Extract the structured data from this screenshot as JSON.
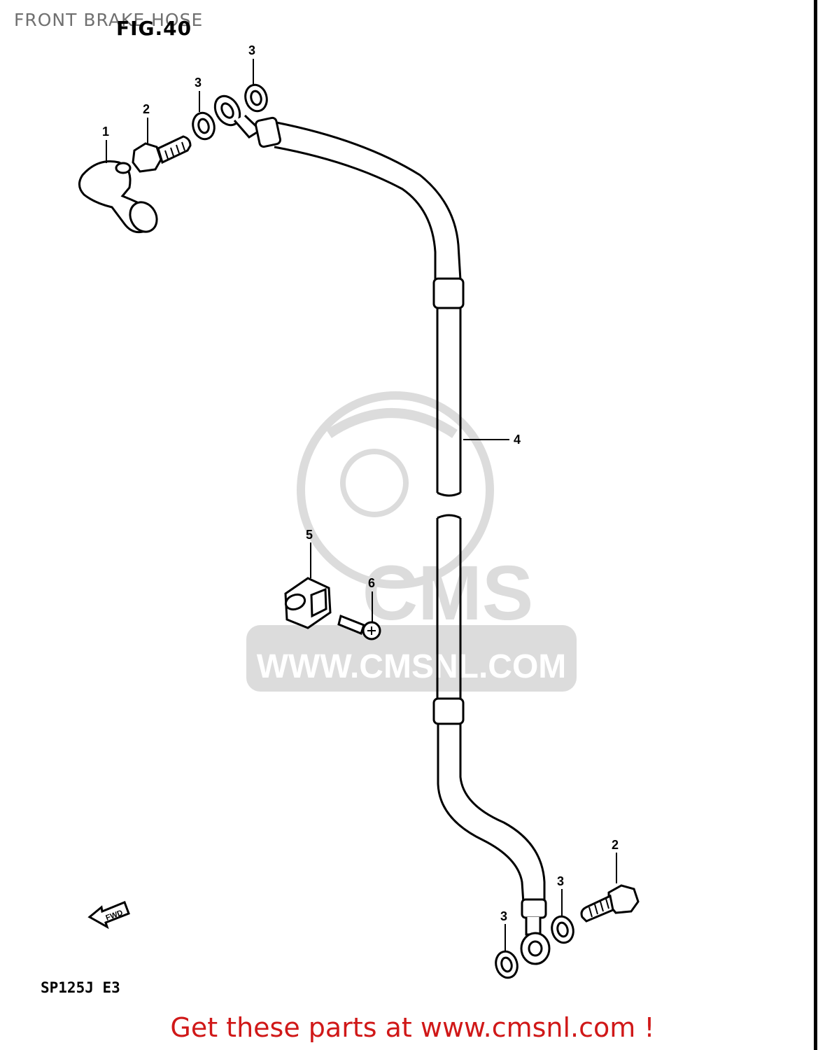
{
  "page_title": "FRONT BRAKE HOSE",
  "figure_label": "FIG.40",
  "model_code": "SP125J  E3",
  "direction_label": "FWD",
  "watermark": {
    "text": "WWW.CMSNL.COM",
    "logo_text": "CMS"
  },
  "footer_link": "Get these parts at www.cmsnl.com !",
  "callouts": {
    "c1": "1",
    "c2a": "2",
    "c3a": "3",
    "c3b": "3",
    "c4": "4",
    "c5": "5",
    "c6": "6",
    "c2b": "2",
    "c3c": "3",
    "c3d": "3"
  },
  "parts": [
    {
      "number": "1",
      "name": "cap-icon"
    },
    {
      "number": "2",
      "name": "union-bolt-icon"
    },
    {
      "number": "3",
      "name": "gasket-washer-icon"
    },
    {
      "number": "4",
      "name": "brake-hose-icon"
    },
    {
      "number": "5",
      "name": "hose-clamp-icon"
    },
    {
      "number": "6",
      "name": "clamp-screw-icon"
    }
  ],
  "colors": {
    "footer": "#d01818",
    "watermark": "#d8d8d8",
    "lines": "#000000"
  }
}
